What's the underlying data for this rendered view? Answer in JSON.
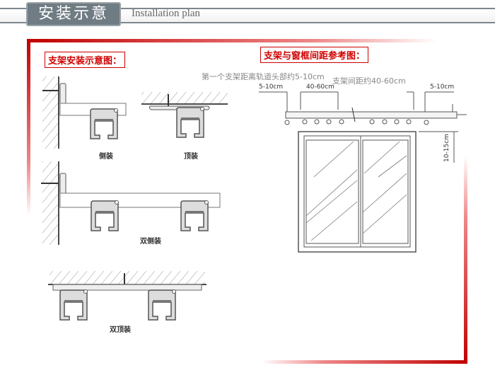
{
  "header": {
    "title_cn": "安装示意",
    "title_en": "Installation plan"
  },
  "left": {
    "heading": "支架安装示意图：",
    "captions": {
      "side": "侧装",
      "top": "顶装",
      "double_side": "双侧装",
      "double_top": "双顶装"
    }
  },
  "right": {
    "heading": "支架与窗框间距参考图：",
    "note_first": "第一个支架距离轨道头部约5-10cm",
    "note_spacing": "支架间距约40-60cm",
    "dim_left": "5-10cm",
    "dim_mid": "40-60cm",
    "dim_right": "5-10cm",
    "dim_vertical": "10-15cm"
  },
  "colors": {
    "accent": "#c00000",
    "banner": "#6f7c84"
  }
}
